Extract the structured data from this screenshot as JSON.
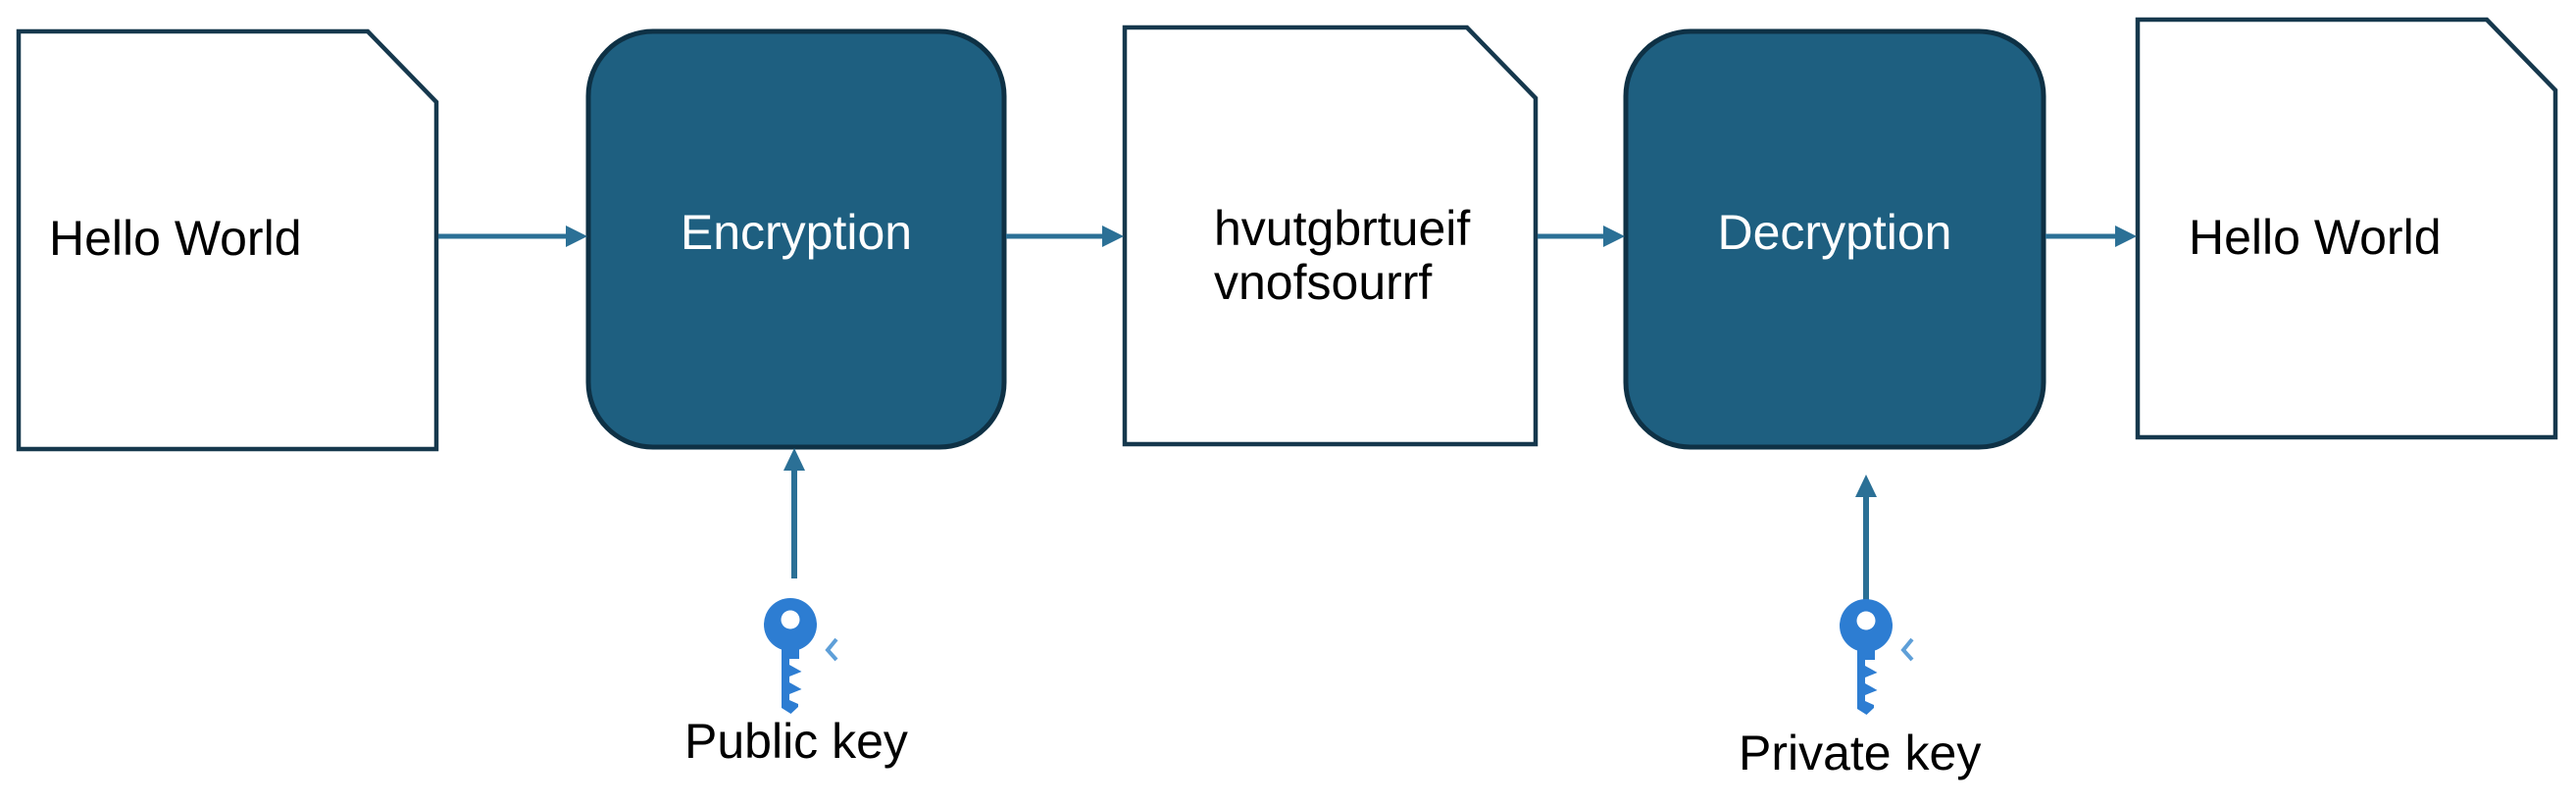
{
  "diagram": {
    "nodes": [
      {
        "id": "plaintext-input",
        "type": "document",
        "label": "Hello World"
      },
      {
        "id": "encryption",
        "type": "process",
        "label": "Encryption"
      },
      {
        "id": "ciphertext",
        "type": "document",
        "lines": [
          "hvutgbrtueif",
          "vnofsourrf"
        ]
      },
      {
        "id": "decryption",
        "type": "process",
        "label": "Decryption"
      },
      {
        "id": "plaintext-output",
        "type": "document",
        "label": "Hello World"
      }
    ],
    "keys": {
      "public": {
        "label": "Public key",
        "icon": "key-icon"
      },
      "private": {
        "label": "Private key",
        "icon": "key-icon"
      }
    },
    "flow": [
      "plaintext-input -> encryption",
      "encryption -> ciphertext",
      "ciphertext -> decryption",
      "decryption -> plaintext-output",
      "public-key -> encryption",
      "private-key -> decryption"
    ],
    "colors": {
      "process_fill": "#1E5F80",
      "process_border": "#0E3145",
      "document_fill": "#FFFFFF",
      "document_border": "#16384D",
      "arrow": "#2B7096",
      "key_icon": "#2D7DD2",
      "key_sparkle": "#5E9FD8",
      "text_dark": "#000000",
      "text_light": "#FFFFFF"
    }
  }
}
